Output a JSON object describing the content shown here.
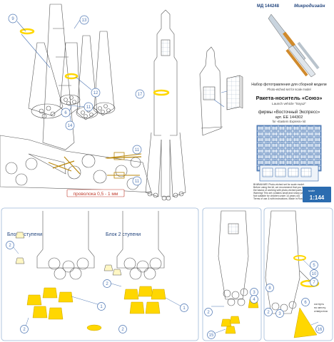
{
  "header": {
    "code": "МД 144248",
    "brand": "Микродизайн"
  },
  "product": {
    "title_ru": "Набор фотот­равления для сборной модели",
    "title_en": "Photo-etched set for scale model",
    "name_ru": "Ракета-носитель «Союз»",
    "name_en": "Launch vehicle \"Soyuz\"",
    "kit_ru": "фирмы «Восточный Экспресс»",
    "article": "арт. ЕЕ 144302",
    "kit_en": "for «Eastern Express» kit",
    "scale": "1:144",
    "scale_tag": "scale"
  },
  "warning_text": [
    "ВНИМАНИЕ! Photo-etched set for scale model.",
    "Before using the kit, we recommend that you learn",
    "the basics of working with photo-etched parts.",
    "Warning! This set contains small and sharp parts.",
    "Not suitable for children under 14 years old.",
    "Terms of use & with instructions. Made in Russia."
  ],
  "labels": {
    "wire_note": "проволока 0,5 - 1 мм",
    "stage1": "Блок 1 ступени",
    "stage2": "Блок 2 ступени",
    "bend_note_1": "согнуть",
    "bend_note_2": "по месту",
    "bend_note_3": "отверстия"
  },
  "callouts": {
    "c9": "9",
    "c13": "13",
    "c12": "12",
    "c6": "6",
    "c14": "14",
    "c11a": "11",
    "c17": "17",
    "c11b": "11",
    "c11c": "11",
    "p2a": "2",
    "p2b": "2",
    "p1a": "1",
    "p2c": "2",
    "p2d": "2",
    "p1b": "1",
    "p3": "3",
    "p4": "4",
    "p2e": "2",
    "p15": "15",
    "p5": "5",
    "p10": "10",
    "p7": "7",
    "p8": "8",
    "p6": "6",
    "p2f": "2",
    "p3b": "3",
    "p16": "16"
  },
  "colors": {
    "brand_blue": "#23467e",
    "callout_blue": "#4f77b4",
    "pe_yellow": "#ffd700",
    "panel_border": "#9fb9d8",
    "wire_note_red": "#c0392b",
    "scale_badge": "#2b6cb0"
  }
}
